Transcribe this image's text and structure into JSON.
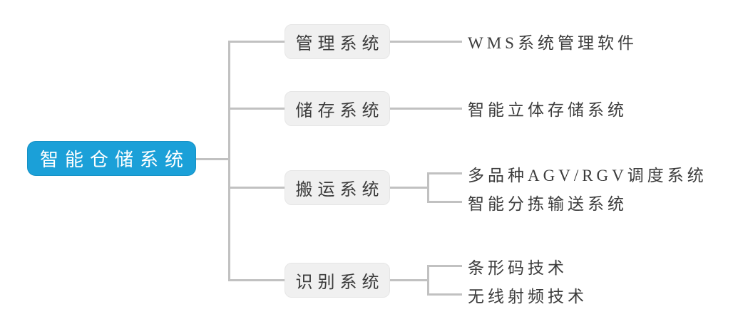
{
  "root": {
    "label": "智能仓储系统"
  },
  "branches": [
    {
      "label": "管理系统",
      "children": [
        "WMS系统管理软件"
      ]
    },
    {
      "label": "储存系统",
      "children": [
        "智能立体存储系统"
      ]
    },
    {
      "label": "搬运系统",
      "children": [
        "多品种AGV/RGV调度系统",
        "智能分拣输送系统"
      ]
    },
    {
      "label": "识别系统",
      "children": [
        "条形码技术",
        "无线射频技术"
      ]
    }
  ],
  "colors": {
    "root_bg": "#1ba0d8",
    "root_border": "#1691c5",
    "root_text": "#ffffff",
    "node_bg": "#f0f0f0",
    "node_border": "#e6e6e6",
    "node_text": "#3c3c3c",
    "leaf_text": "#3c3c3c",
    "line": "#c1c1c1",
    "canvas_bg": "#ffffff"
  }
}
